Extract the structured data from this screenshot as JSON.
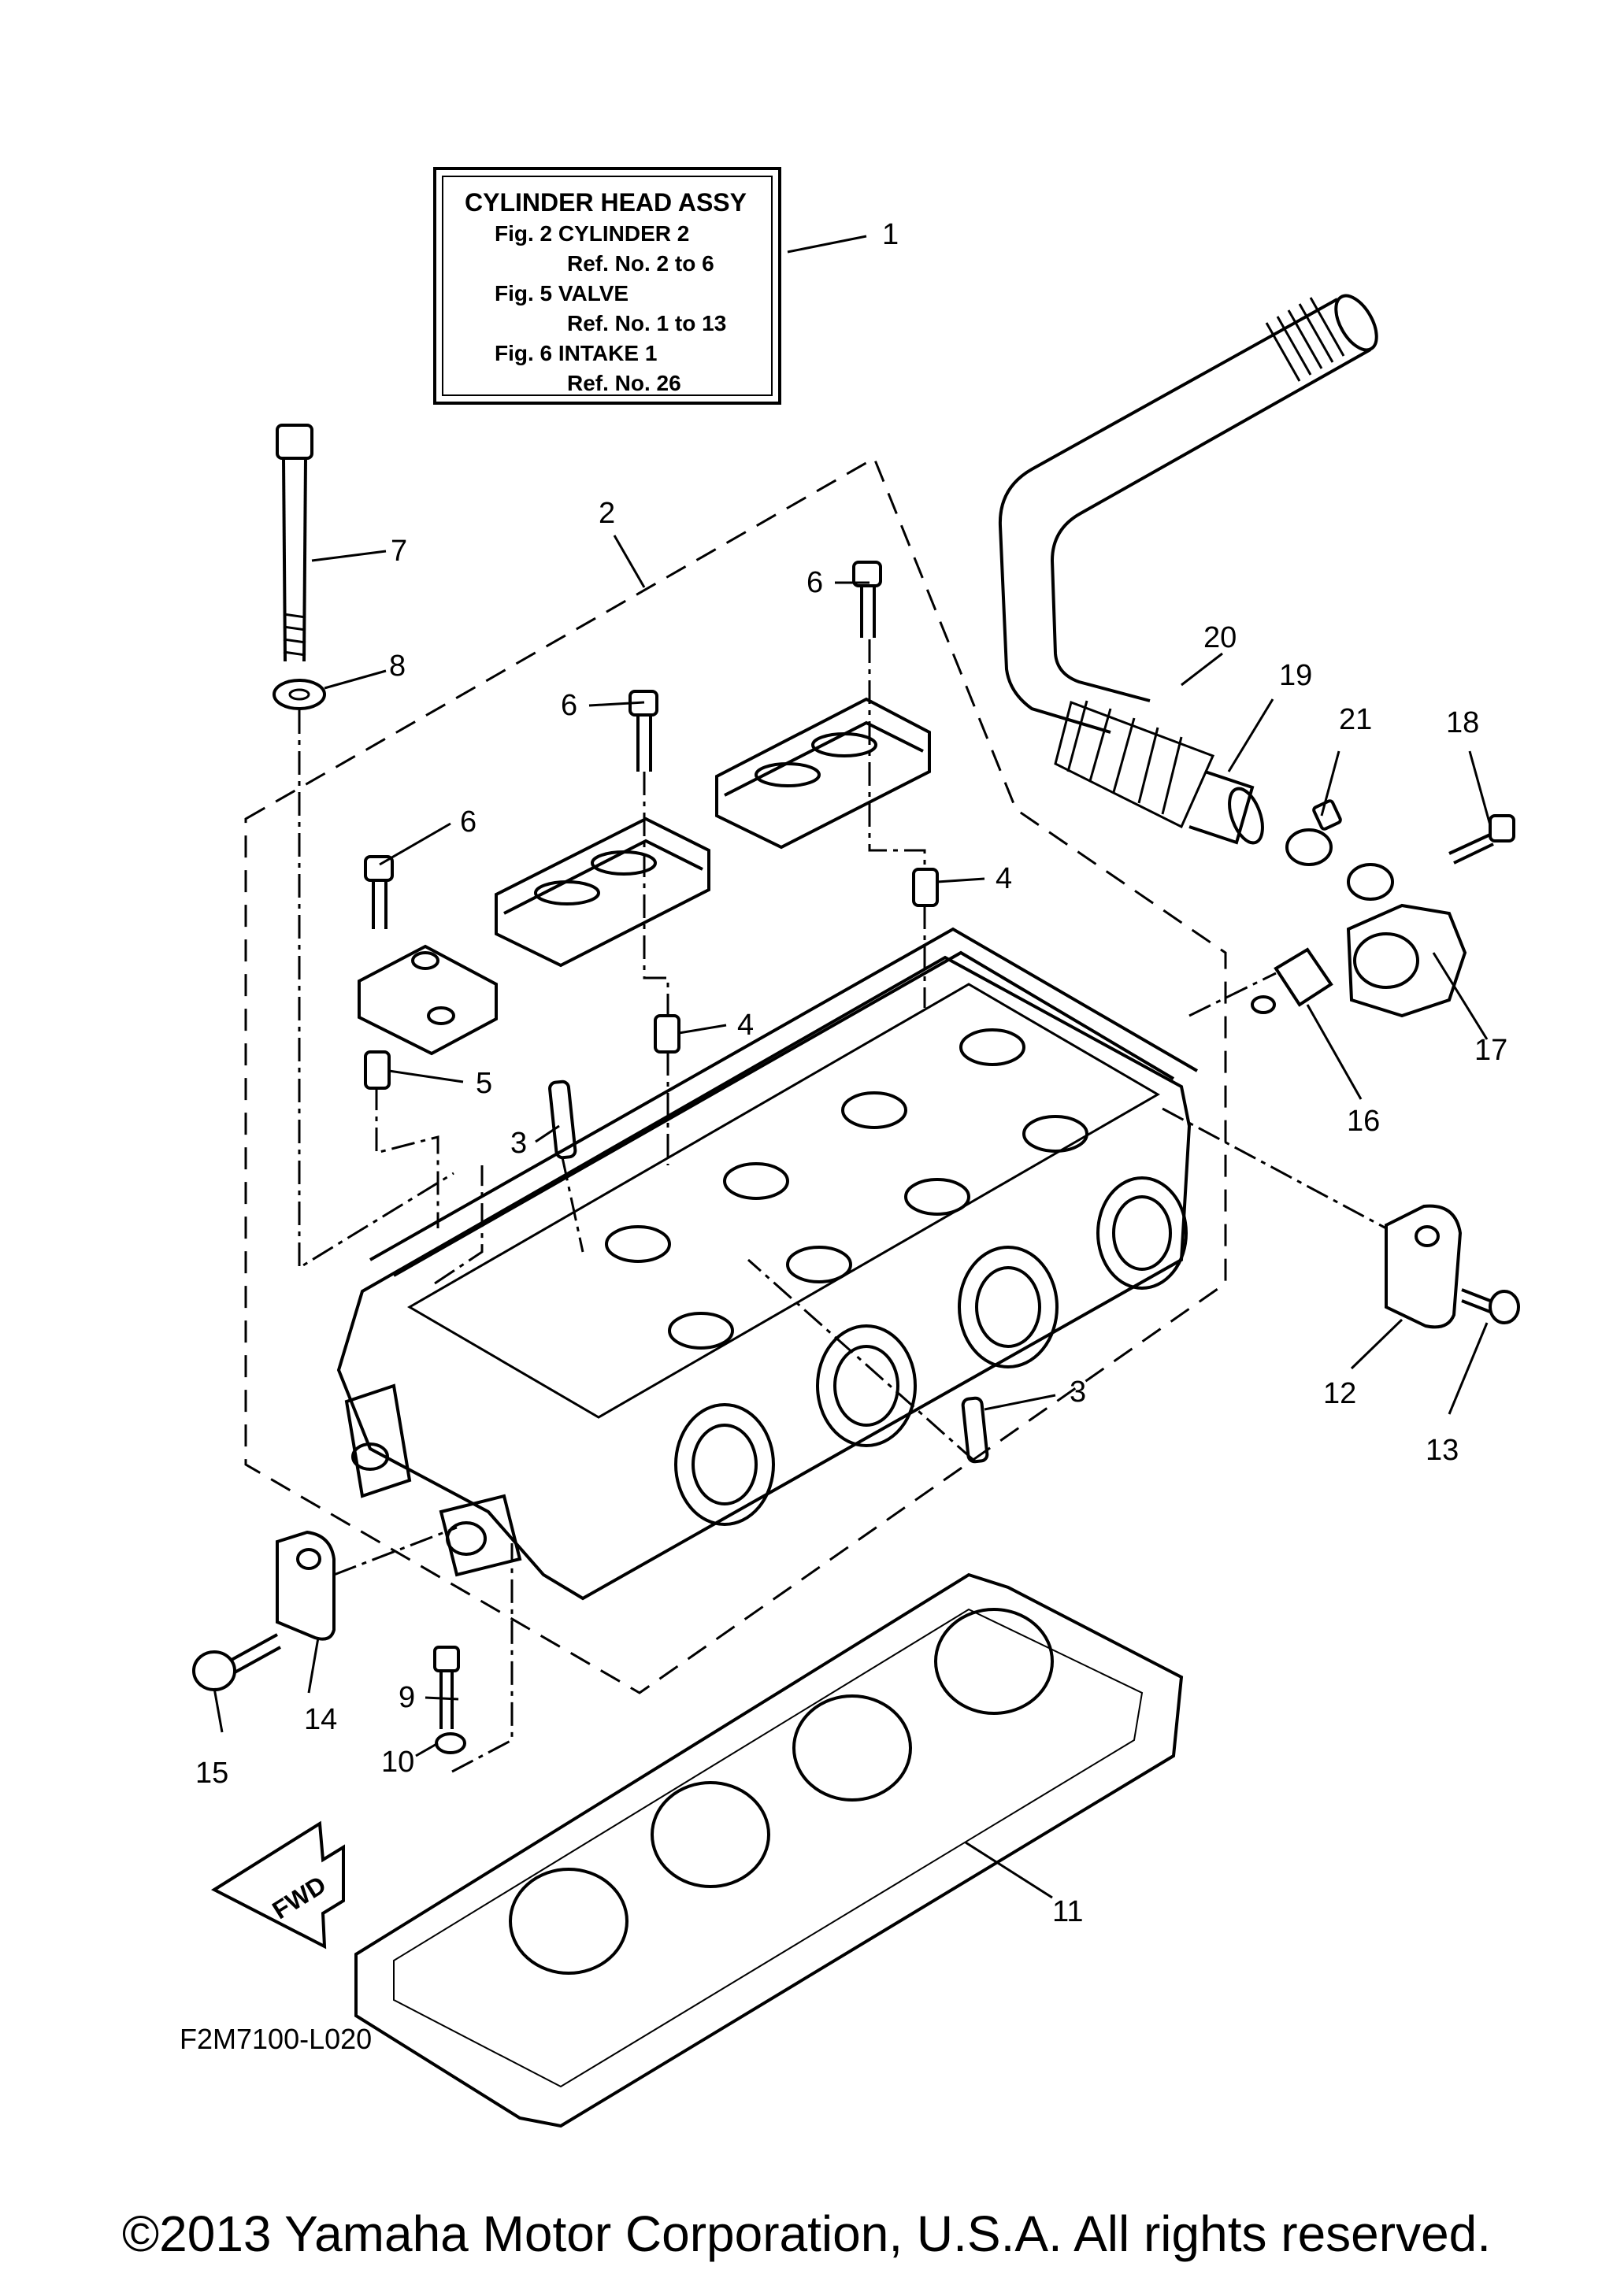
{
  "info_box": {
    "title": "CYLINDER HEAD ASSY",
    "lines": [
      "Fig.  2 CYLINDER 2",
      "Ref. No. 2 to 6",
      "Fig.  5 VALVE",
      "Ref. No. 1 to 13",
      "Fig.  6 INTAKE 1",
      "Ref. No. 26"
    ]
  },
  "callouts": [
    "1",
    "2",
    "3",
    "3",
    "4",
    "4",
    "5",
    "6",
    "6",
    "6",
    "7",
    "8",
    "9",
    "10",
    "11",
    "12",
    "13",
    "14",
    "15",
    "16",
    "17",
    "18",
    "19",
    "20",
    "21"
  ],
  "fwd_label": "FWD",
  "figure_code": "F2M7100-L020",
  "copyright": "©2013 Yamaha Motor Corporation, U.S.A. All rights reserved."
}
